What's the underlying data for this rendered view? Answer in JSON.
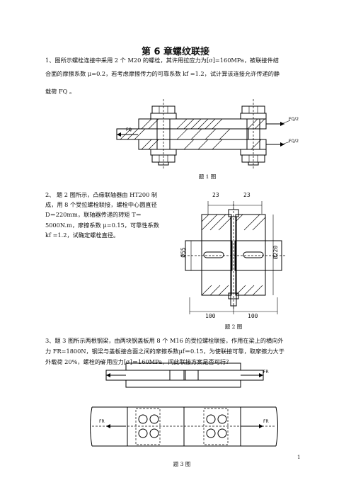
{
  "title": "第 6 章螺纹联接",
  "q1": {
    "line1": "1、图所示螺栓连接中采用 2 个 M20 的螺栓，其许用拉应力为[σ]=160MPa，被联接件结",
    "line2": "合面的摩擦系数 μ=0.2，若考虑摩擦传力的可靠系数 kf =1.2，试计算该连接允许传递的静",
    "line3": "载荷 FQ 。",
    "caption": "题 1 图",
    "labels": {
      "left": "FQ",
      "right_top": "FQ/2",
      "right_bottom": "FQ/2"
    }
  },
  "q2": {
    "lines": [
      "2、 题 2 图所示，凸缘联轴器由 HT200 制",
      "成，用 8 个受拉螺栓联接，螺栓中心圆直径",
      "D＝220mm，联轴器传递的转矩 T＝",
      "5000N.m，摩擦系数 μ=0.15，可靠性系数",
      "kf =1.2，试确定螺栓直径。"
    ],
    "caption": "题 2 图",
    "dims": {
      "top_left": "23",
      "top_right": "23",
      "left_dia": "Ø55",
      "right_dia": "Ø220",
      "bottom_left": "100",
      "bottom_right": "100"
    }
  },
  "q3": {
    "line1": "3、题 3 图所示两根钢梁，由两块钢盖板用 8 个 M16 的受拉螺栓联接，作用在梁上的横向外",
    "line2": "力 FR=1800N，钢梁与盖板接合面之间的摩擦系数μf＝0.15，为使联接可靠，取摩擦力大于",
    "line3": "外载荷 20%，螺栓的许用应力[σ]＝160MPa，问此联接方案是否可行？",
    "caption": "题 3 图",
    "labels": {
      "force": "FR"
    }
  },
  "page_number": "1"
}
